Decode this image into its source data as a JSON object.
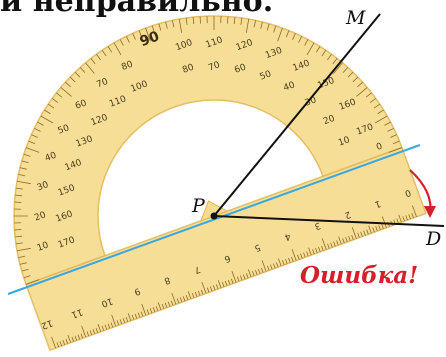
{
  "header_text": "и неправильно.",
  "labels": {
    "M": "M",
    "P": "P",
    "D": "D"
  },
  "error_text": "Ошибка!",
  "protractor": {
    "outer_scale": [
      "10",
      "20",
      "30",
      "40",
      "50",
      "60",
      "70",
      "80",
      "90",
      "100",
      "110",
      "120",
      "130",
      "140",
      "150",
      "160",
      "170"
    ],
    "inner_scale": [
      "170",
      "160",
      "150",
      "140",
      "130",
      "120",
      "110",
      "100",
      "80",
      "70",
      "60",
      "50",
      "40",
      "30",
      "20",
      "10"
    ],
    "big_label": "90",
    "zero": "0"
  },
  "ruler": {
    "numbers": [
      "0",
      "1",
      "2",
      "3",
      "4",
      "5",
      "6",
      "7",
      "8",
      "9",
      "10",
      "11",
      "12"
    ]
  },
  "colors": {
    "protractor_fill": "#f7dc8e",
    "protractor_edge": "#e2b95a",
    "blue_line": "#3aa7e0",
    "error_arc": "#d71e2b",
    "lines": "#111111"
  }
}
